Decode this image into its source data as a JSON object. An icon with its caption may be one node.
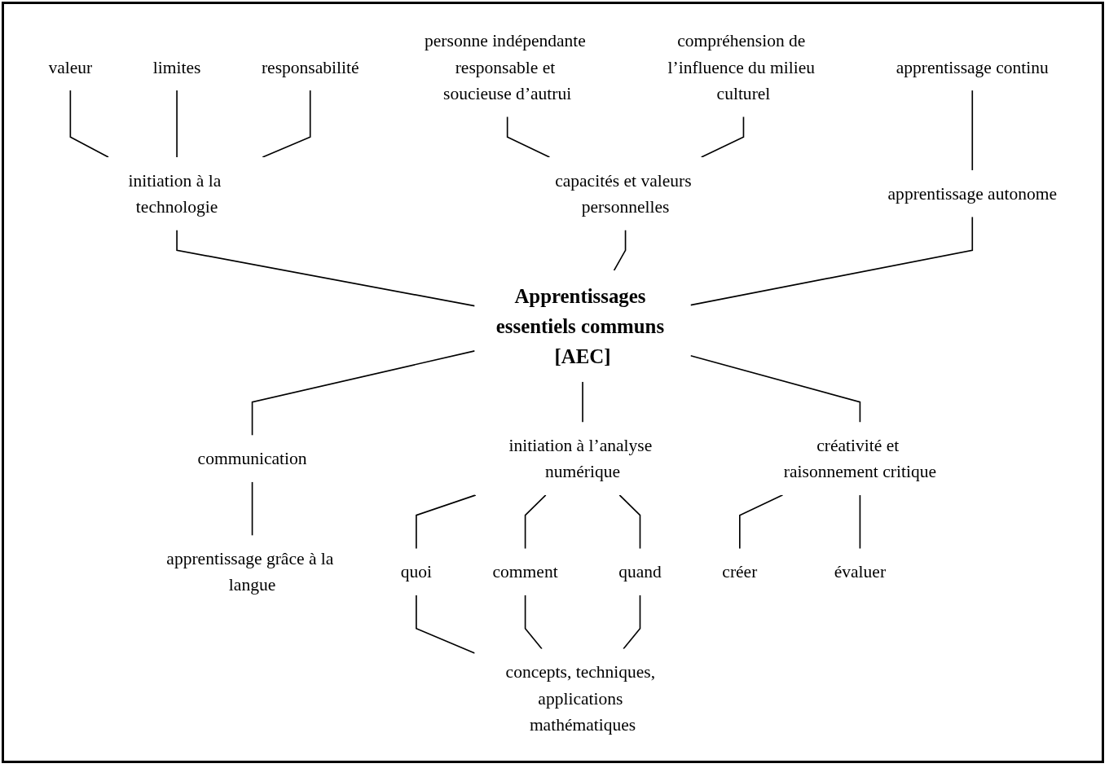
{
  "diagram": {
    "nodes": [
      {
        "text": [
          "valeur"
        ]
      },
      {
        "text": [
          "limites"
        ]
      },
      {
        "text": [
          "responsabilité"
        ]
      },
      {
        "text": [
          "personne indépendante responsable et soucieuse d’autrui"
        ]
      },
      {
        "text": [
          "compréhension de l’influence du milieu culturel"
        ]
      },
      {
        "text": [
          "apprentissage continu"
        ]
      },
      {
        "text": [
          "initiation à la technologie"
        ]
      },
      {
        "text": [
          "capacités et valeurs personnelles"
        ]
      },
      {
        "text": [
          "apprentissage autonome"
        ]
      },
      {
        "text": [
          "Apprentissages essentiels communs [AEC]"
        ]
      },
      {
        "text": [
          "communication"
        ]
      },
      {
        "text": [
          "initiation à l’analyse numérique"
        ]
      },
      {
        "text": [
          "créativité et raisonnement critique"
        ]
      },
      {
        "text": [
          "apprentissage grâce à la langue"
        ]
      },
      {
        "text": [
          "quoi"
        ]
      },
      {
        "text": [
          "comment"
        ]
      },
      {
        "text": [
          "quand"
        ]
      },
      {
        "text": [
          "créer"
        ]
      },
      {
        "text": [
          "évaluer"
        ]
      },
      {
        "text": [
          "concepts, techniques, applications mathématiques"
        ]
      }
    ],
    "edges": [
      {
        "from": 0,
        "to": 6,
        "arrow": "none"
      },
      {
        "from": 1,
        "to": 6,
        "arrow": "none"
      },
      {
        "from": 2,
        "to": 6,
        "arrow": "none"
      },
      {
        "from": 3,
        "to": 7,
        "arrow": "none"
      },
      {
        "from": 4,
        "to": 7,
        "arrow": "none"
      },
      {
        "from": 5,
        "to": 8,
        "arrow": "none"
      },
      {
        "from": 6,
        "to": 9,
        "arrow": "none"
      },
      {
        "from": 7,
        "to": 9,
        "arrow": "none"
      },
      {
        "from": 8,
        "to": 9,
        "arrow": "none"
      },
      {
        "from": 9,
        "to": 10,
        "arrow": "none"
      },
      {
        "from": 9,
        "to": 11,
        "arrow": "none"
      },
      {
        "from": 9,
        "to": 12,
        "arrow": "none"
      },
      {
        "from": 10,
        "to": 13,
        "arrow": "none"
      },
      {
        "from": 11,
        "to": 14,
        "arrow": "none"
      },
      {
        "from": 11,
        "to": 15,
        "arrow": "none"
      },
      {
        "from": 11,
        "to": 16,
        "arrow": "none"
      },
      {
        "from": 14,
        "to": 19,
        "arrow": "none"
      },
      {
        "from": 15,
        "to": 19,
        "arrow": "none"
      },
      {
        "from": 16,
        "to": 19,
        "arrow": "none"
      },
      {
        "from": 12,
        "to": 17,
        "arrow": "none"
      },
      {
        "from": 12,
        "to": 18,
        "arrow": "none"
      }
    ]
  }
}
